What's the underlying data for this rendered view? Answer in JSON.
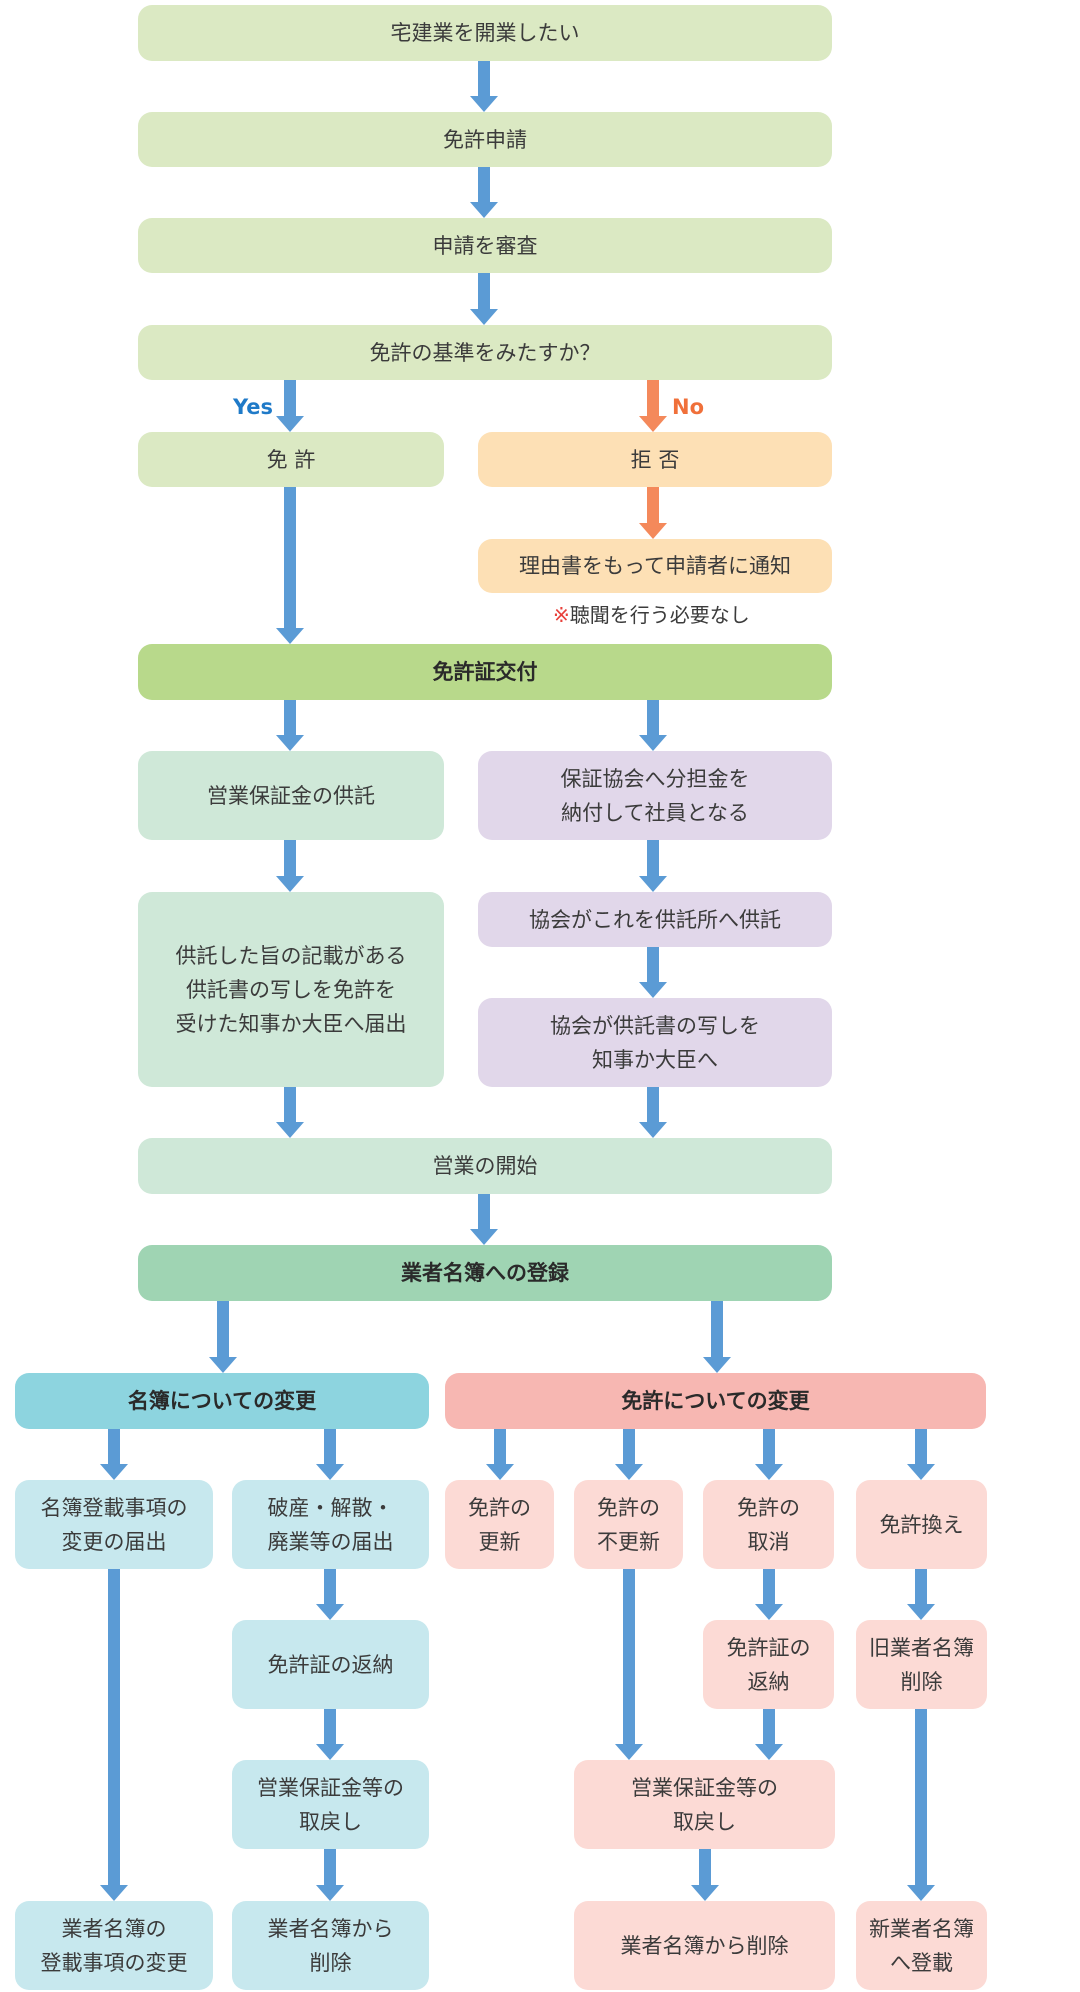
{
  "colors": {
    "start-green": "#dbe9c3",
    "refusal-orange": "#fde0b5",
    "issue-green": "#b8d98b",
    "mint": "#cfe8d8",
    "lavender": "#e1d7ea",
    "register-green": "#9fd4b3",
    "roster-cyan": "#8dd4df",
    "license-pink": "#f7b7b2",
    "roster-cyan-light": "#c7e8ee",
    "license-pink-light": "#fcdad5",
    "arrow-blue": "#5b9bd5",
    "arrow-orange": "#f4895b",
    "yes-blue": "#1f7ac8",
    "no-orange": "#f0703a",
    "note-red": "#e8403a"
  },
  "top_flow": {
    "start": "宅建業を開業したい",
    "apply": "免許申請",
    "review": "申請を審査",
    "criteria": "免許の基準をみたすか？"
  },
  "decision": {
    "yes_label": "Yes",
    "no_label": "No",
    "license": "免 許",
    "refusal": "拒 否",
    "refusal_notice": "理由書をもって申請者に通知",
    "note_mark": "※",
    "note_text": "聴聞を行う必要なし"
  },
  "license_issue": "免許証交付",
  "security_deposit_path": {
    "deposit": "営業保証金の供託",
    "report": "供託した旨の記載がある\n供託書の写しを免許を\n受けた知事か大臣へ届出"
  },
  "guarantee_association_path": {
    "join": "保証協会へ分担金を\n納付して社員となる",
    "deposit": "協会がこれを供託所へ供託",
    "report": "協会が供託書の写しを\n知事か大臣へ"
  },
  "business_start": "営業の開始",
  "registration": "業者名簿への登録",
  "roster_changes": {
    "header": "名簿についての変更",
    "item_change_notice": "名簿登載事項の\n変更の届出",
    "item_change_result": "業者名簿の\n登載事項の変更",
    "closure_notice": "破産・解散・\n廃業等の届出",
    "closure_license_return": "免許証の返納",
    "closure_deposit_return": "営業保証金等の\n取戻し",
    "closure_removal": "業者名簿から\n削除"
  },
  "license_changes": {
    "header": "免許についての変更",
    "renewal": "免許の\n更新",
    "non_renewal": "免許の\n不更新",
    "revocation": "免許の\n取消",
    "revocation_license_return": "免許証の\n返納",
    "deposit_return": "営業保証金等の\n取戻し",
    "removal": "業者名簿から削除",
    "transfer": "免許換え",
    "transfer_old_delete": "旧業者名簿\n削除",
    "transfer_new_register": "新業者名簿\nへ登載"
  }
}
